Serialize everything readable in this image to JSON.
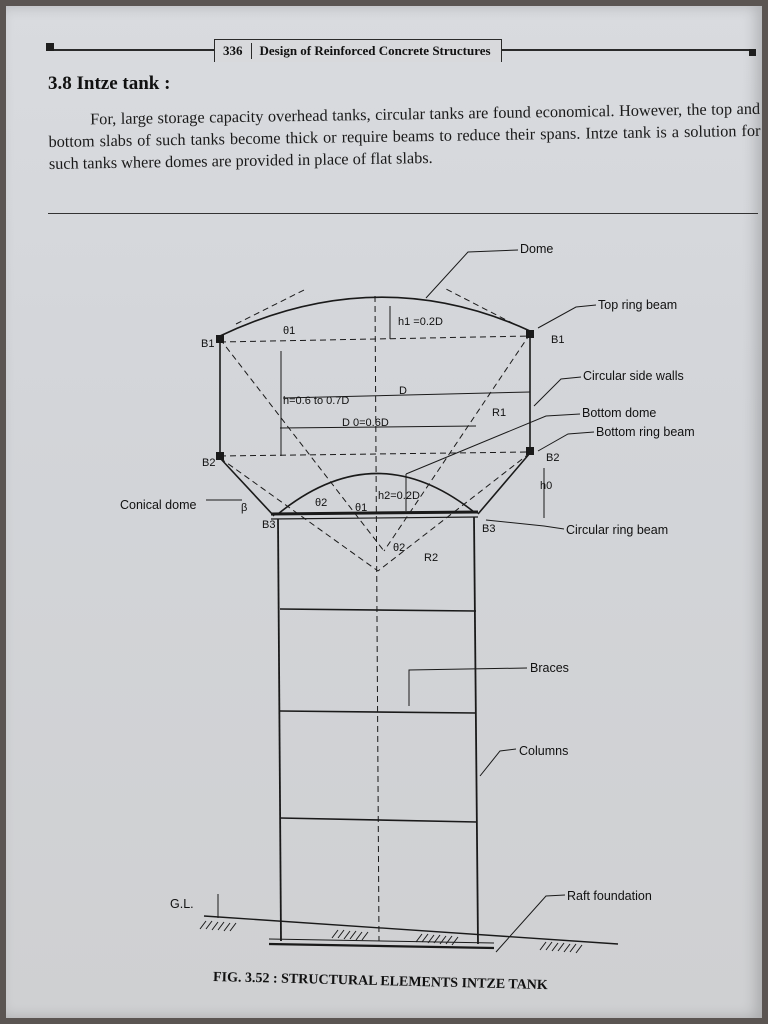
{
  "header": {
    "page_number": "336",
    "book_title": "Design of Reinforced Concrete Structures"
  },
  "section": {
    "title": "3.8 Intze tank :",
    "paragraph": "For, large storage capacity overhead tanks, circular tanks are found economical. However, the top and bottom slabs of such tanks become thick or require beams to reduce their spans. Intze tank is a solution for such tanks where domes are provided in place of flat slabs."
  },
  "figure": {
    "caption": "FIG. 3.52 : STRUCTURAL ELEMENTS INTZE TANK",
    "callouts": {
      "dome": "Dome",
      "top_ring_beam": "Top ring beam",
      "circular_side_walls": "Circular side walls",
      "bottom_dome": "Bottom dome",
      "bottom_ring_beam": "Bottom ring beam",
      "conical_dome": "Conical dome",
      "circular_ring_beam": "Circular ring beam",
      "braces": "Braces",
      "columns": "Columns",
      "raft_foundation": "Raft foundation",
      "ground_level": "G.L."
    },
    "dimensions": {
      "h1": "h1 =0.2D",
      "h": "h=0.6 to 0.7D",
      "D": "D",
      "D0": "D 0=0.6D",
      "h2": "h2=0.2D",
      "h0": "h0",
      "theta1": "θ1",
      "theta2": "θ2",
      "beta": "β",
      "R1": "R1",
      "R2": "R2"
    },
    "points": {
      "B1": "B1",
      "B2": "B2",
      "B3": "B3"
    }
  }
}
